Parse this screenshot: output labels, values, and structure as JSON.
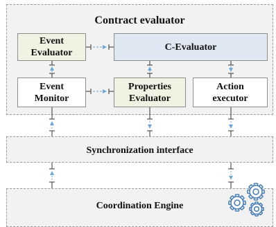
{
  "contract_evaluator": {
    "title": "Contract evaluator"
  },
  "boxes": {
    "event_evaluator": {
      "line1": "Event",
      "line2": "Evaluator"
    },
    "c_evaluator": {
      "label": "C-Evaluator"
    },
    "event_monitor": {
      "line1": "Event",
      "line2": "Monitor"
    },
    "properties_evaluator": {
      "line1": "Properties",
      "line2": "Evaluator"
    },
    "action_executor": {
      "line1": "Action",
      "line2": "executor"
    }
  },
  "synchronization_interface": {
    "label": "Synchronization interface"
  },
  "coordination_engine": {
    "label": "Coordination Engine"
  },
  "colors": {
    "panel_fill": "#f2f2f2",
    "panel_border": "#9a9a9a",
    "event_evaluator_fill": "#eef3e2",
    "c_evaluator_fill": "#dfe7f2",
    "properties_evaluator_fill": "#eef3e2",
    "white_box_fill": "#ffffff",
    "wire_dark": "#333333",
    "arrow_blue": "#6fa8d8",
    "gear_outline": "#4a7fb5"
  },
  "icons": {
    "coordination_gears": "gears-icon"
  }
}
